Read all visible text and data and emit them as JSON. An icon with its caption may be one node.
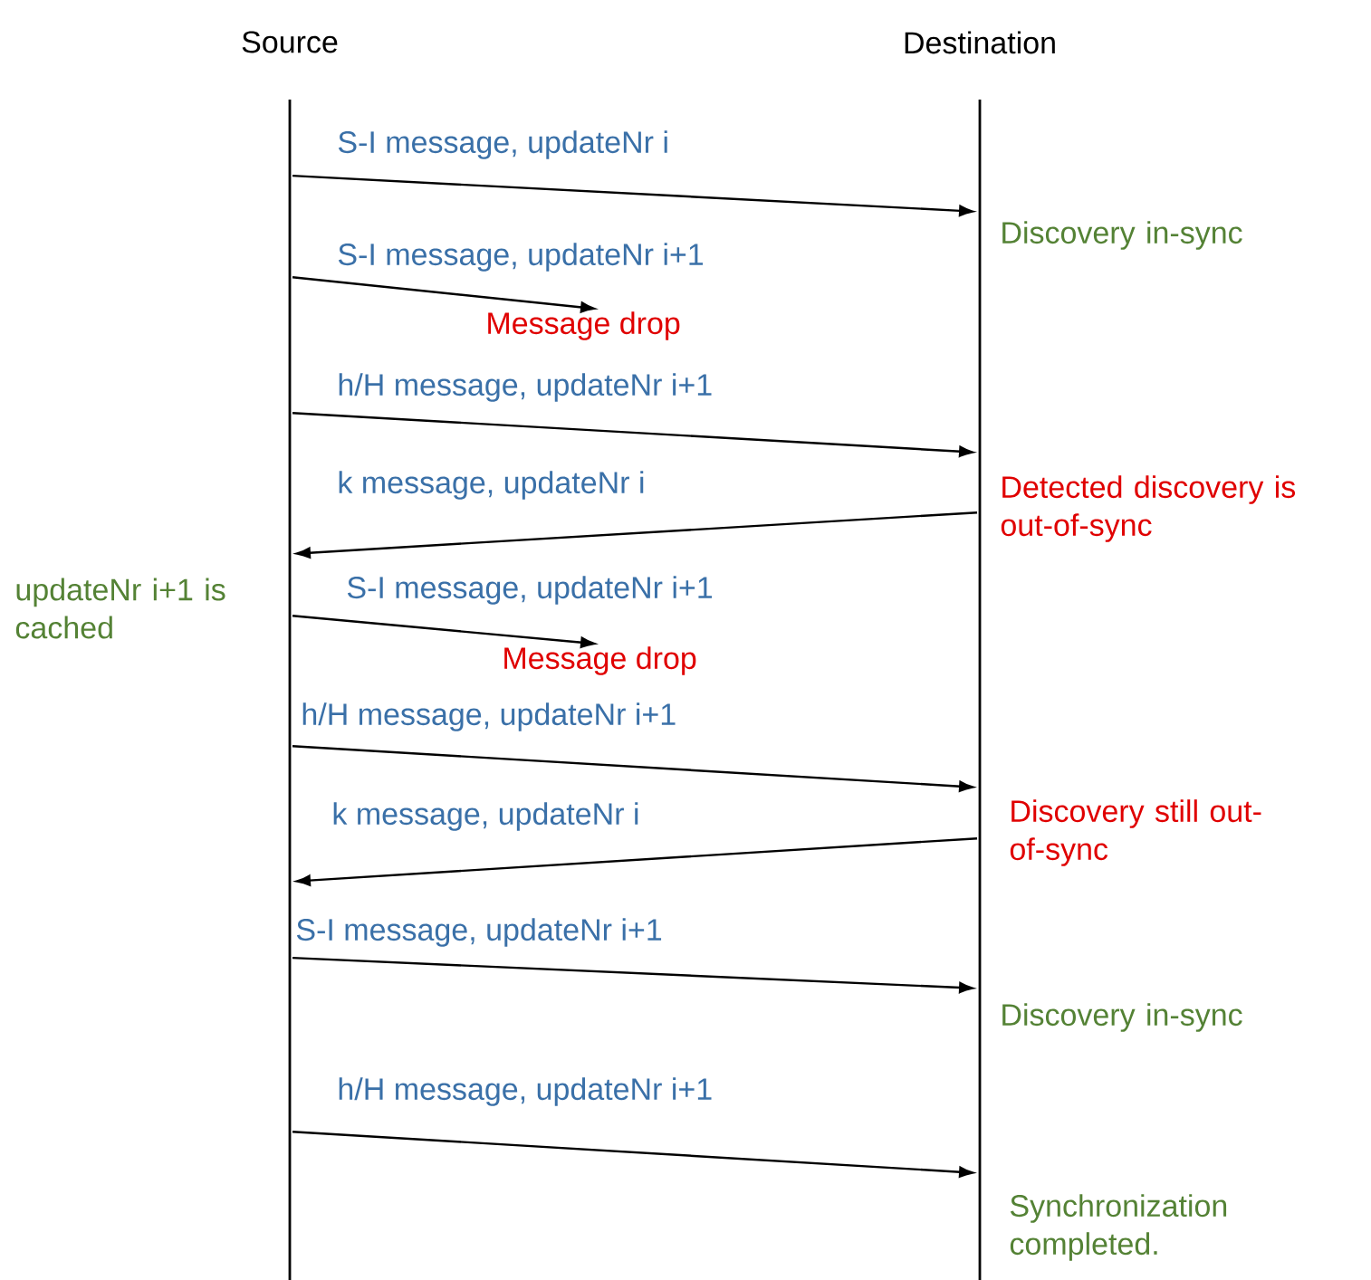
{
  "diagram": {
    "nodes": [
      {
        "text": [],
        "shape": "bar",
        "beside": [
          "Source"
        ]
      },
      {
        "text": [],
        "shape": "bar",
        "beside": [
          "Destination"
        ]
      },
      {
        "text": [
          "Message drop"
        ]
      },
      {
        "text": [
          "Message drop"
        ]
      }
    ],
    "edges": [
      {
        "from": 0,
        "to": 1,
        "arrow": "to",
        "label": "S-I message, updateNr i"
      },
      {
        "from": 0,
        "to": 2,
        "arrow": "to",
        "label": "S-I message, updateNr i+1"
      },
      {
        "from": 0,
        "to": 1,
        "arrow": "to",
        "label": "h/H message, updateNr i+1"
      },
      {
        "from": 1,
        "to": 0,
        "arrow": "to",
        "label": "k message, updateNr i"
      },
      {
        "from": 0,
        "to": 3,
        "arrow": "to",
        "label": "S-I message, updateNr i+1"
      },
      {
        "from": 0,
        "to": 1,
        "arrow": "to",
        "label": "h/H message, updateNr i+1"
      },
      {
        "from": 1,
        "to": 0,
        "arrow": "to",
        "label": "k message, updateNr i"
      },
      {
        "from": 0,
        "to": 1,
        "arrow": "to",
        "label": "S-I message, updateNr i+1"
      },
      {
        "from": 0,
        "to": 1,
        "arrow": "to",
        "label": "h/H message, updateNr i+1"
      }
    ],
    "labels": [
      "Discovery in-sync",
      "Detected discovery is out-of-sync",
      "updateNr i+1 is cached",
      "Discovery still out-of-sync",
      "Discovery in-sync",
      "Synchronization completed."
    ]
  }
}
